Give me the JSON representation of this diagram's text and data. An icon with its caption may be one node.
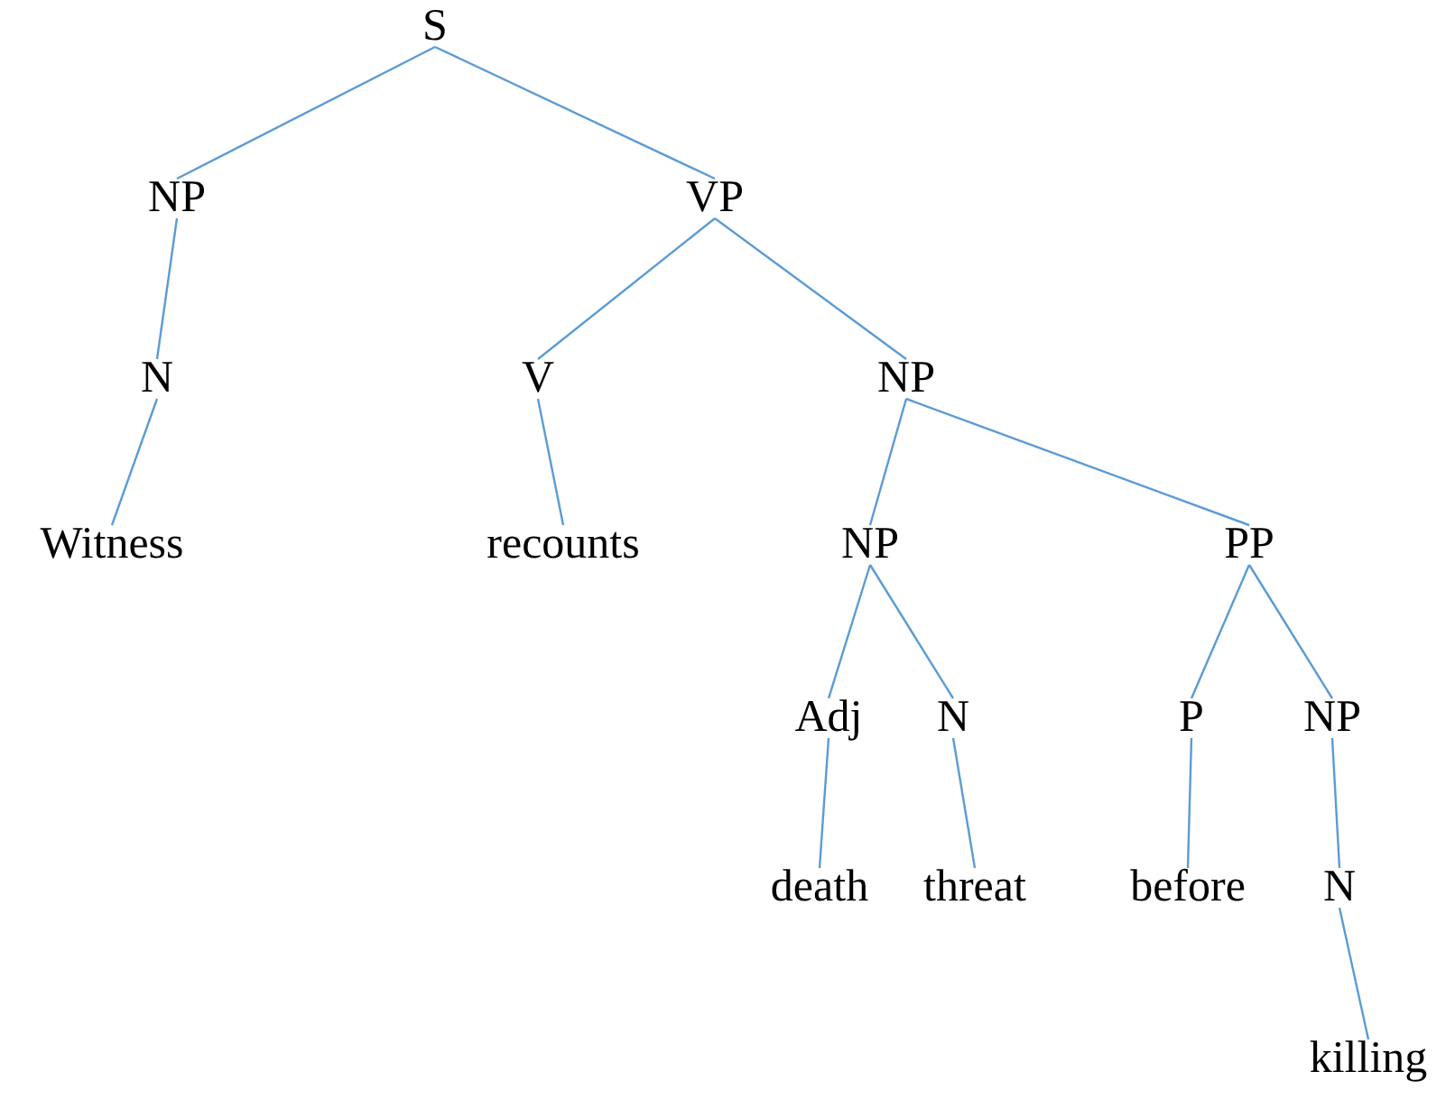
{
  "diagram": {
    "nodes": [
      {
        "text": [
          "S"
        ]
      },
      {
        "text": [
          "NP"
        ]
      },
      {
        "text": [
          "VP"
        ]
      },
      {
        "text": [
          "N"
        ]
      },
      {
        "text": [
          "V"
        ]
      },
      {
        "text": [
          "NP"
        ]
      },
      {
        "text": [
          "Witness"
        ]
      },
      {
        "text": [
          "recounts"
        ]
      },
      {
        "text": [
          "NP"
        ]
      },
      {
        "text": [
          "PP"
        ]
      },
      {
        "text": [
          "Adj"
        ]
      },
      {
        "text": [
          "N"
        ]
      },
      {
        "text": [
          "P"
        ]
      },
      {
        "text": [
          "NP"
        ]
      },
      {
        "text": [
          "death"
        ]
      },
      {
        "text": [
          "threat"
        ]
      },
      {
        "text": [
          "before"
        ]
      },
      {
        "text": [
          "N"
        ]
      },
      {
        "text": [
          "killing"
        ]
      }
    ],
    "edges": [
      {
        "from": 0,
        "to": 1,
        "arrow": "none"
      },
      {
        "from": 0,
        "to": 2,
        "arrow": "none"
      },
      {
        "from": 1,
        "to": 3,
        "arrow": "none"
      },
      {
        "from": 2,
        "to": 4,
        "arrow": "none"
      },
      {
        "from": 2,
        "to": 5,
        "arrow": "none"
      },
      {
        "from": 3,
        "to": 6,
        "arrow": "none"
      },
      {
        "from": 4,
        "to": 7,
        "arrow": "none"
      },
      {
        "from": 5,
        "to": 8,
        "arrow": "none"
      },
      {
        "from": 5,
        "to": 9,
        "arrow": "none"
      },
      {
        "from": 8,
        "to": 10,
        "arrow": "none"
      },
      {
        "from": 8,
        "to": 11,
        "arrow": "none"
      },
      {
        "from": 9,
        "to": 12,
        "arrow": "none"
      },
      {
        "from": 9,
        "to": 13,
        "arrow": "none"
      },
      {
        "from": 10,
        "to": 14,
        "arrow": "none"
      },
      {
        "from": 11,
        "to": 15,
        "arrow": "none"
      },
      {
        "from": 12,
        "to": 16,
        "arrow": "none"
      },
      {
        "from": 13,
        "to": 17,
        "arrow": "none"
      },
      {
        "from": 17,
        "to": 18,
        "arrow": "none"
      }
    ]
  }
}
